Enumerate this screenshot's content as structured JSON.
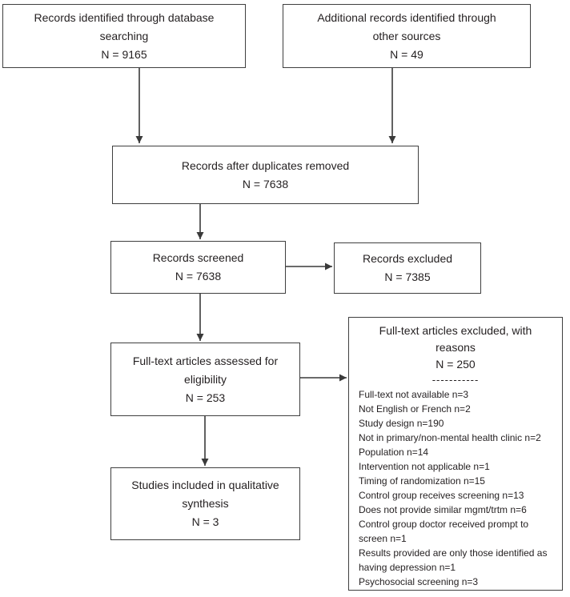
{
  "colors": {
    "background": "#ffffff",
    "box_border": "#3f3f3f",
    "text": "#231f20",
    "arrow": "#3a3a3a"
  },
  "boxes": {
    "database": {
      "label": "Records identified through database searching",
      "count": "N = 9165"
    },
    "other_sources": {
      "label": "Additional records identified through other sources",
      "count": "N = 49"
    },
    "deduplicated": {
      "label": "Records after duplicates removed",
      "count": "N = 7638"
    },
    "screened": {
      "label": "Records screened",
      "count": "N = 7638"
    },
    "records_excluded": {
      "label": "Records excluded",
      "count": "N = 7385"
    },
    "fulltext_assessed": {
      "label": "Full-text articles assessed for eligibility",
      "count": "N = 253"
    },
    "included": {
      "label": "Studies included in qualitative synthesis",
      "count": "N = 3"
    },
    "fulltext_excluded": {
      "label": "Full-text articles excluded, with reasons",
      "count": "N = 250",
      "separator": "-----------",
      "items": [
        "Full-text not available n=3",
        "Not English or French n=2",
        "Study design n=190",
        "Not in primary/non-mental health clinic n=2",
        "Population n=14",
        "Intervention not applicable n=1",
        "Timing of randomization n=15",
        "Control group receives screening n=13",
        "Does not provide similar mgmt/trtm n=6",
        "Control group doctor received prompt to screen n=1",
        "Results provided are only those identified as having depression n=1",
        "Psychosocial screening n=3"
      ]
    }
  }
}
